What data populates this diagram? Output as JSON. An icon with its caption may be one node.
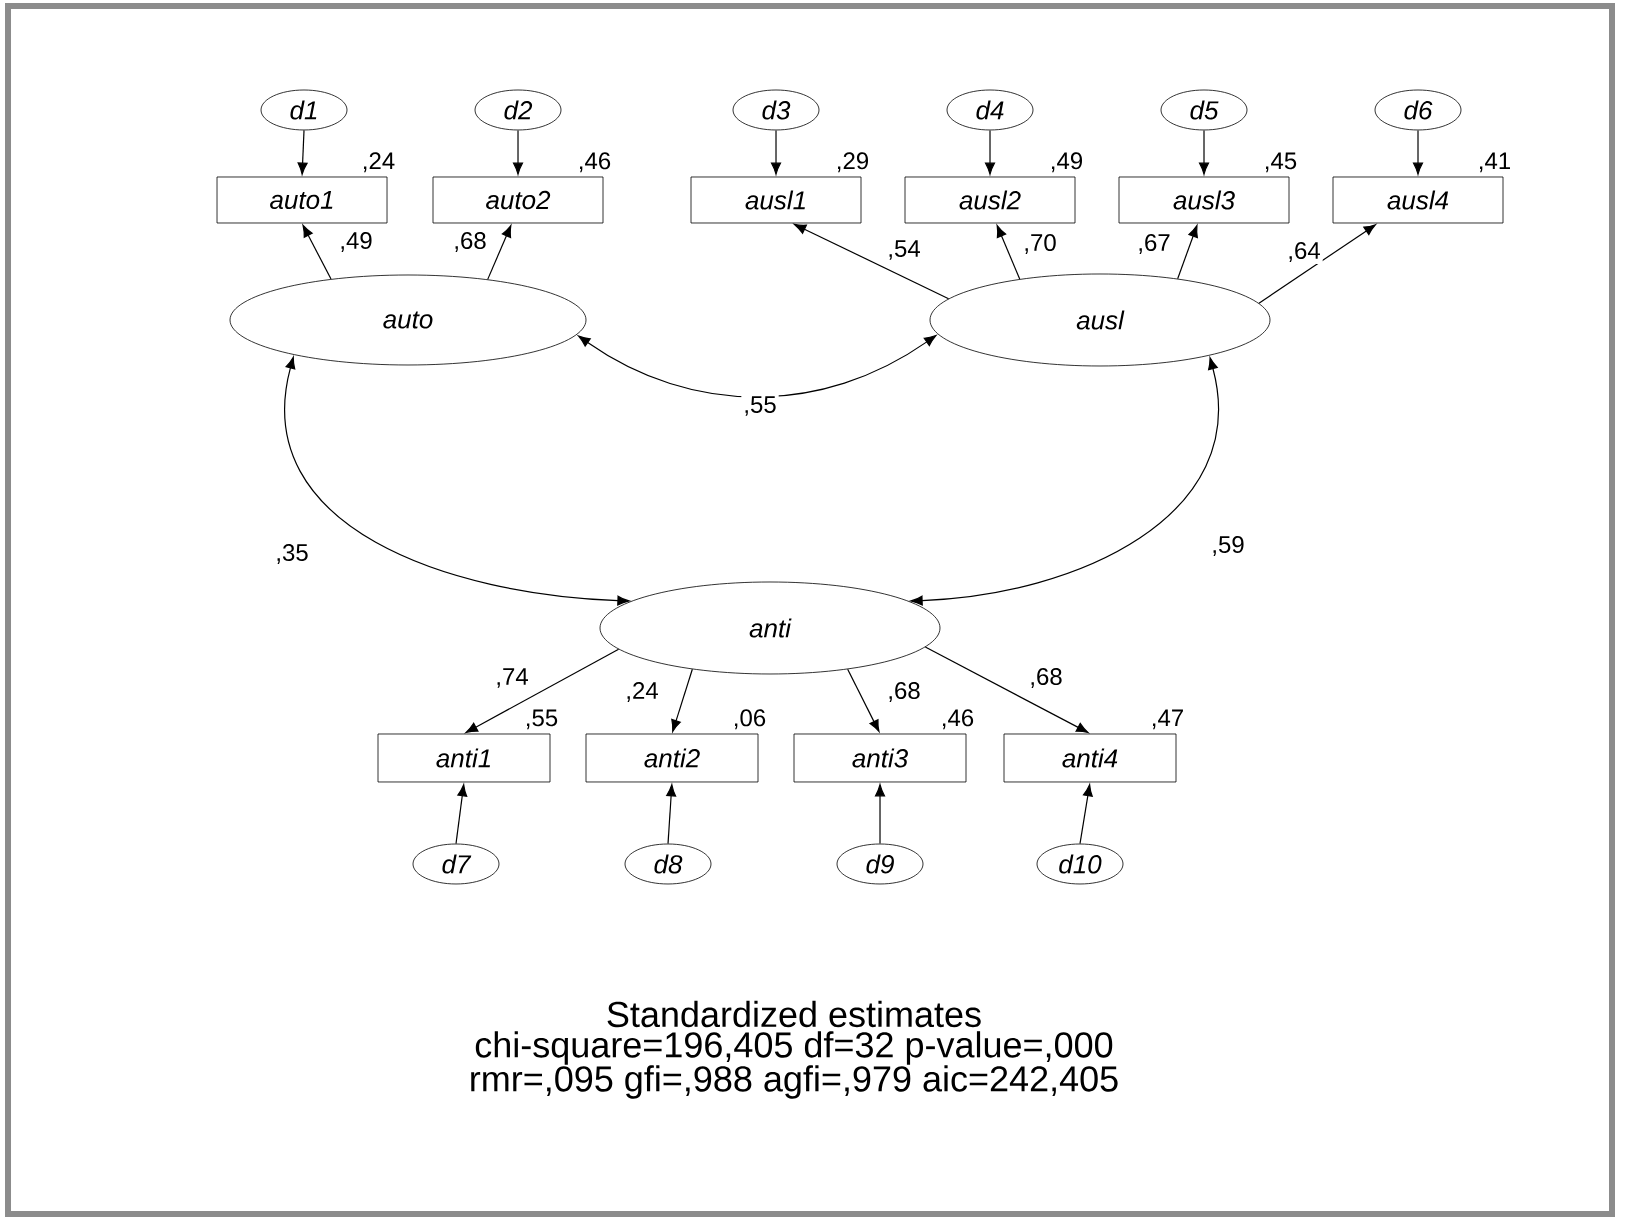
{
  "diagram": {
    "nodes": [
      {
        "text": [
          "d1"
        ]
      },
      {
        "text": [
          "d2"
        ]
      },
      {
        "text": [
          "d3"
        ]
      },
      {
        "text": [
          "d4"
        ]
      },
      {
        "text": [
          "d5"
        ]
      },
      {
        "text": [
          "d6"
        ]
      },
      {
        "text": [
          "auto1"
        ],
        "beside": [
          ",24"
        ]
      },
      {
        "text": [
          "auto2"
        ],
        "beside": [
          ",46"
        ]
      },
      {
        "text": [
          "ausl1"
        ],
        "beside": [
          ",29"
        ]
      },
      {
        "text": [
          "ausl2"
        ],
        "beside": [
          ",49"
        ]
      },
      {
        "text": [
          "ausl3"
        ],
        "beside": [
          ",45"
        ]
      },
      {
        "text": [
          "ausl4"
        ],
        "beside": [
          ",41"
        ]
      },
      {
        "text": [
          "auto"
        ]
      },
      {
        "text": [
          "ausl"
        ]
      },
      {
        "text": [
          "anti"
        ]
      },
      {
        "text": [
          "anti1"
        ],
        "beside": [
          ",55"
        ]
      },
      {
        "text": [
          "anti2"
        ],
        "beside": [
          ",06"
        ]
      },
      {
        "text": [
          "anti3"
        ],
        "beside": [
          ",46"
        ]
      },
      {
        "text": [
          "anti4"
        ],
        "beside": [
          ",47"
        ]
      },
      {
        "text": [
          "d7"
        ]
      },
      {
        "text": [
          "d8"
        ]
      },
      {
        "text": [
          "d9"
        ]
      },
      {
        "text": [
          "d10"
        ]
      }
    ],
    "edges": [
      {
        "from": 0,
        "to": 6,
        "arrow": "to"
      },
      {
        "from": 1,
        "to": 7,
        "arrow": "to"
      },
      {
        "from": 2,
        "to": 8,
        "arrow": "to"
      },
      {
        "from": 3,
        "to": 9,
        "arrow": "to"
      },
      {
        "from": 4,
        "to": 10,
        "arrow": "to"
      },
      {
        "from": 5,
        "to": 11,
        "arrow": "to"
      },
      {
        "from": 12,
        "to": 6,
        "arrow": "to",
        "label": ",49"
      },
      {
        "from": 12,
        "to": 7,
        "arrow": "to",
        "label": ",68"
      },
      {
        "from": 13,
        "to": 8,
        "arrow": "to",
        "label": ",54"
      },
      {
        "from": 13,
        "to": 9,
        "arrow": "to",
        "label": ",70"
      },
      {
        "from": 13,
        "to": 10,
        "arrow": "to",
        "label": ",67"
      },
      {
        "from": 13,
        "to": 11,
        "arrow": "to",
        "label": ",64"
      },
      {
        "from": 12,
        "to": 13,
        "arrow": "both",
        "label": ",55"
      },
      {
        "from": 12,
        "to": 14,
        "arrow": "both",
        "label": ",35"
      },
      {
        "from": 13,
        "to": 14,
        "arrow": "both",
        "label": ",59"
      },
      {
        "from": 14,
        "to": 15,
        "arrow": "to",
        "label": ",74"
      },
      {
        "from": 14,
        "to": 16,
        "arrow": "to",
        "label": ",24"
      },
      {
        "from": 14,
        "to": 17,
        "arrow": "to",
        "label": ",68"
      },
      {
        "from": 14,
        "to": 18,
        "arrow": "to",
        "label": ",68"
      },
      {
        "from": 19,
        "to": 15,
        "arrow": "to"
      },
      {
        "from": 20,
        "to": 16,
        "arrow": "to"
      },
      {
        "from": 21,
        "to": 17,
        "arrow": "to"
      },
      {
        "from": 22,
        "to": 18,
        "arrow": "to"
      }
    ],
    "labels": [
      "Standardized estimates",
      "chi-square=196,405 df=32 p-value=,000",
      "rmr=,095 gfi=,988 agfi=,979 aic=242,405"
    ]
  }
}
